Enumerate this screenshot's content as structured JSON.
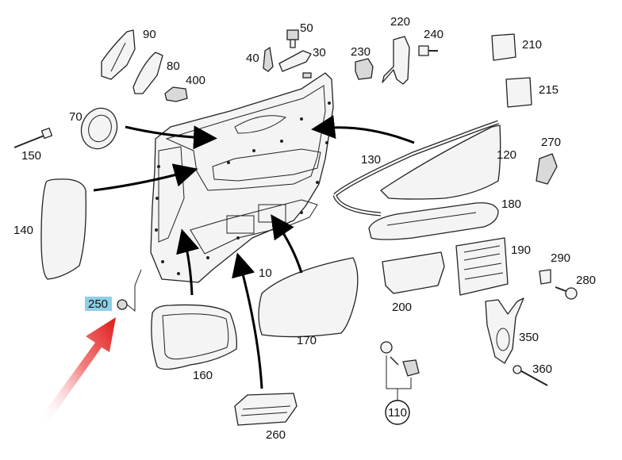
{
  "diagram": {
    "labels": {
      "p10": "10",
      "p40": "40",
      "p50": "50",
      "p30": "30",
      "p70": "70",
      "p80": "80",
      "p90": "90",
      "p110": "110",
      "p120": "120",
      "p130": "130",
      "p140": "140",
      "p150": "150",
      "p160": "160",
      "p170": "170",
      "p180": "180",
      "p190": "190",
      "p200": "200",
      "p210": "210",
      "p215": "215",
      "p220": "220",
      "p230": "230",
      "p240": "240",
      "p250": "250",
      "p260": "260",
      "p270": "270",
      "p280": "280",
      "p290": "290",
      "p350": "350",
      "p360": "360",
      "p400": "400"
    },
    "highlight_color": "#8ecfe6",
    "pointer_color": "#e02020"
  }
}
